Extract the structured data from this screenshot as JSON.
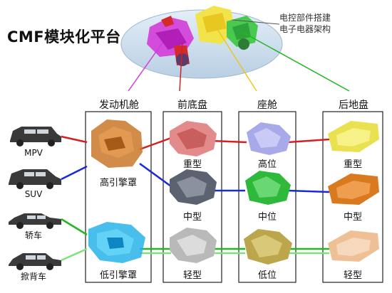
{
  "title": "CMF模块化平台",
  "notes": [
    "电控部件搭建",
    "电子电器架构"
  ],
  "columns": {
    "engine": "发动机舱",
    "front": "前底盘",
    "cabin": "座舱",
    "rear": "后地盘"
  },
  "vehicles": [
    "MPV",
    "SUV",
    "轿车",
    "掀背车"
  ],
  "engine_labels": [
    "高引擎罩",
    "低引擎罩"
  ],
  "front_labels": [
    "重型",
    "中型",
    "轻型"
  ],
  "cabin_labels": [
    "高位",
    "中位",
    "低位"
  ],
  "rear_labels": [
    "重型",
    "中型",
    "轻型"
  ],
  "colors": {
    "red": "#d42020",
    "blue": "#1a2ad8",
    "green": "#1fb81f",
    "light_green": "#7fe07f",
    "ellipse": "#cfe0ef"
  }
}
